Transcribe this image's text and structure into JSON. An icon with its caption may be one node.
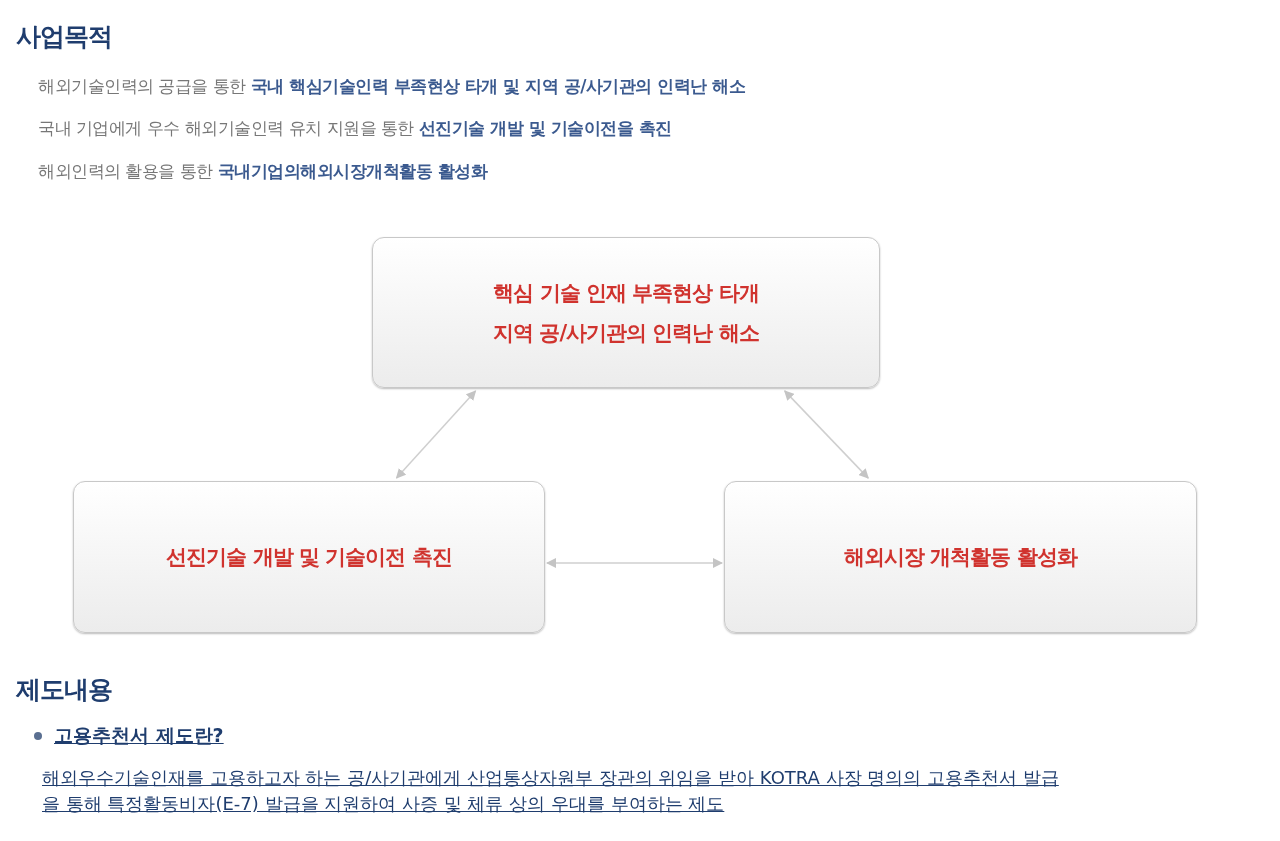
{
  "diagram": {
    "nodes": [
      {
        "text": [
          "핵심 기술 인재 부족현상 타개",
          "지역 공/사기관의 인력난 해소"
        ]
      },
      {
        "text": [
          "선진기술 개발 및 기술이전 촉진"
        ]
      },
      {
        "text": [
          "해외시장 개척활동 활성화"
        ]
      }
    ],
    "edges": [
      {
        "from": 0,
        "to": 1,
        "arrow": "both"
      },
      {
        "from": 0,
        "to": 2,
        "arrow": "both"
      },
      {
        "from": 1,
        "to": 2,
        "arrow": "both"
      }
    ],
    "labels": [
      "사업목적",
      "해외기술인력의 공급을 통한 **국내 핵심기술인력 부족현상 타개 및 지역 공/사기관의 인력난 해소**",
      "국내 기업에게 우수 해외기술인력 유치 지원을 통한 **선진기술 개발 및 기술이전을 촉진**",
      "해외인력의 활용을 통한 **국내기업의해외시장개척활동 활성화**",
      "제도내용",
      "고용추천서 제도란?",
      "해외우수기술인재를 고용하고자 하는 공/사기관에게 산업통상자원부 장관의 위임을 받아 KOTRA 사장 명의의 고용추천서 발급을 통해 특정활동비자(E-7) 발급을 지원하여 사증 및 체류 상의 우대를 부여하는 제도"
    ]
  }
}
